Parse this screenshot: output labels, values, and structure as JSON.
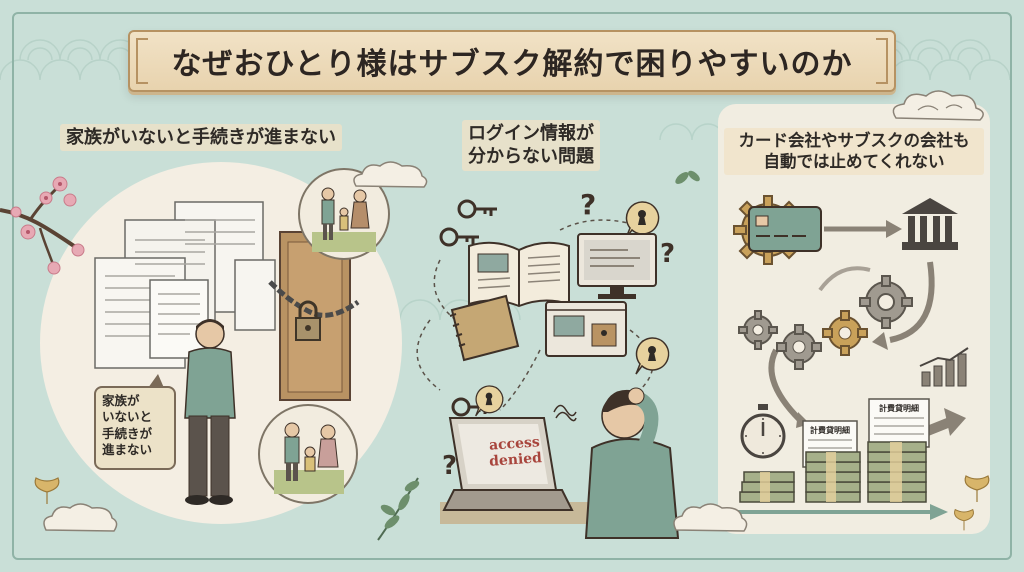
{
  "title": "なぜおひとり様はサブスク解約で困りやすいのか",
  "sections": [
    {
      "heading": "家族がいないと手続きが進まない"
    },
    {
      "heading_line1": "ログイン情報が",
      "heading_line2": "分からない問題"
    },
    {
      "heading_line1": "カード会社やサブスクの会社も",
      "heading_line2": "自動では止めてくれない"
    }
  ],
  "speech_bubble": {
    "line1": "家族が",
    "line2": "いないと",
    "line3": "手続きが",
    "line4": "進まない"
  },
  "laptop_screen": {
    "line1": "access",
    "line2": "denied"
  },
  "receipts": {
    "label": "計費貸明細"
  },
  "colors": {
    "background": "#c9dfd7",
    "banner": "#efdfc1",
    "panel": "#f3ede1",
    "accent_brown": "#8a6a45",
    "accent_green": "#7fa394"
  },
  "icons": [
    "cherry-blossom-icon",
    "document-stack-icon",
    "locked-door-icon",
    "family-icon",
    "key-icon",
    "question-mark-icon",
    "keyhole-icon",
    "notebook-icon",
    "monitor-icon",
    "laptop-icon",
    "credit-card-icon",
    "gear-icon",
    "bank-icon",
    "stopwatch-icon",
    "money-stack-icon",
    "growth-chart-icon",
    "cloud-icon",
    "ginkgo-leaf-icon"
  ]
}
